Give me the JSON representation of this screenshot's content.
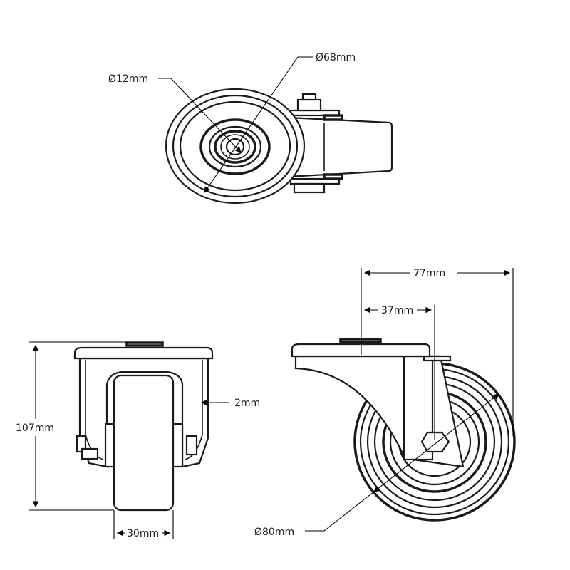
{
  "title": "Swivel castor dimension drawing",
  "dimensions": {
    "hub_bore": "Ø12mm",
    "wheel_top_diameter": "Ø68mm",
    "height": "107mm",
    "bracket_thickness": "2mm",
    "wheel_width": "30mm",
    "overall_length": "77mm",
    "offset": "37mm",
    "wheel_diameter": "Ø80mm"
  },
  "line_color": "#1a1a1a"
}
